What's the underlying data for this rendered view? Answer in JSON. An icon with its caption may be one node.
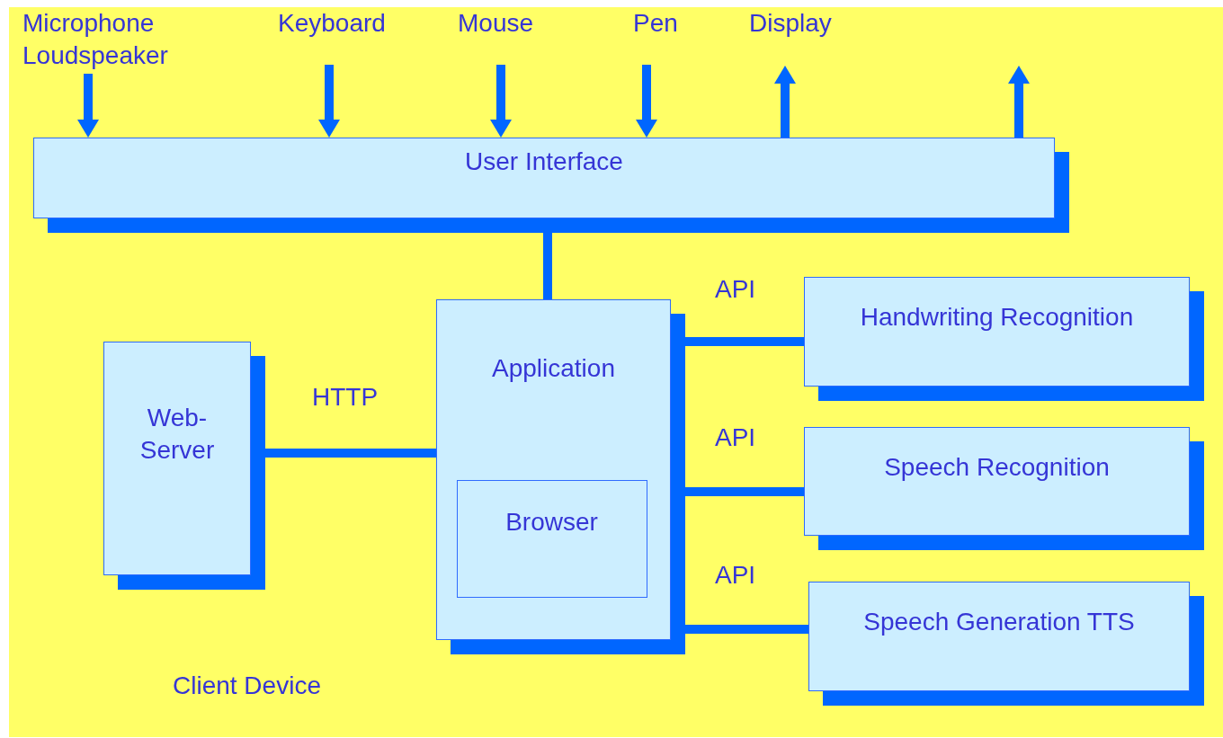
{
  "diagram": {
    "nodes": [
      {
        "text": [
          "Microphone Loudspeaker"
        ]
      },
      {
        "text": [
          "Keyboard"
        ]
      },
      {
        "text": [
          "Mouse"
        ]
      },
      {
        "text": [
          "Pen"
        ]
      },
      {
        "text": [
          "Display"
        ]
      },
      {
        "text": [
          "User Interface"
        ]
      },
      {
        "text": [
          "Web- Server"
        ]
      },
      {
        "text": [
          "Application"
        ]
      },
      {
        "text": [
          "Browser"
        ],
        "in": 7
      },
      {
        "text": [
          "Handwriting Recognition"
        ]
      },
      {
        "text": [
          "Speech Recognition"
        ]
      },
      {
        "text": [
          "Speech Generation TTS"
        ]
      }
    ],
    "edges": [
      {
        "from": 0,
        "to": 5,
        "arrow": "to"
      },
      {
        "from": 1,
        "to": 5,
        "arrow": "to"
      },
      {
        "from": 2,
        "to": 5,
        "arrow": "to"
      },
      {
        "from": 3,
        "to": 5,
        "arrow": "to"
      },
      {
        "from": 5,
        "to": 4,
        "arrow": "to"
      },
      {
        "from": 5,
        "to": null,
        "arrow": "to"
      },
      {
        "from": 5,
        "to": 7,
        "arrow": "none"
      },
      {
        "from": 6,
        "to": 7,
        "label": "HTTP",
        "arrow": "none"
      },
      {
        "from": 7,
        "to": 9,
        "label": "API",
        "arrow": "none"
      },
      {
        "from": 7,
        "to": 10,
        "label": "API",
        "arrow": "none"
      },
      {
        "from": 7,
        "to": 11,
        "label": "API",
        "arrow": "none"
      }
    ],
    "labels": [
      "Client Device"
    ]
  }
}
